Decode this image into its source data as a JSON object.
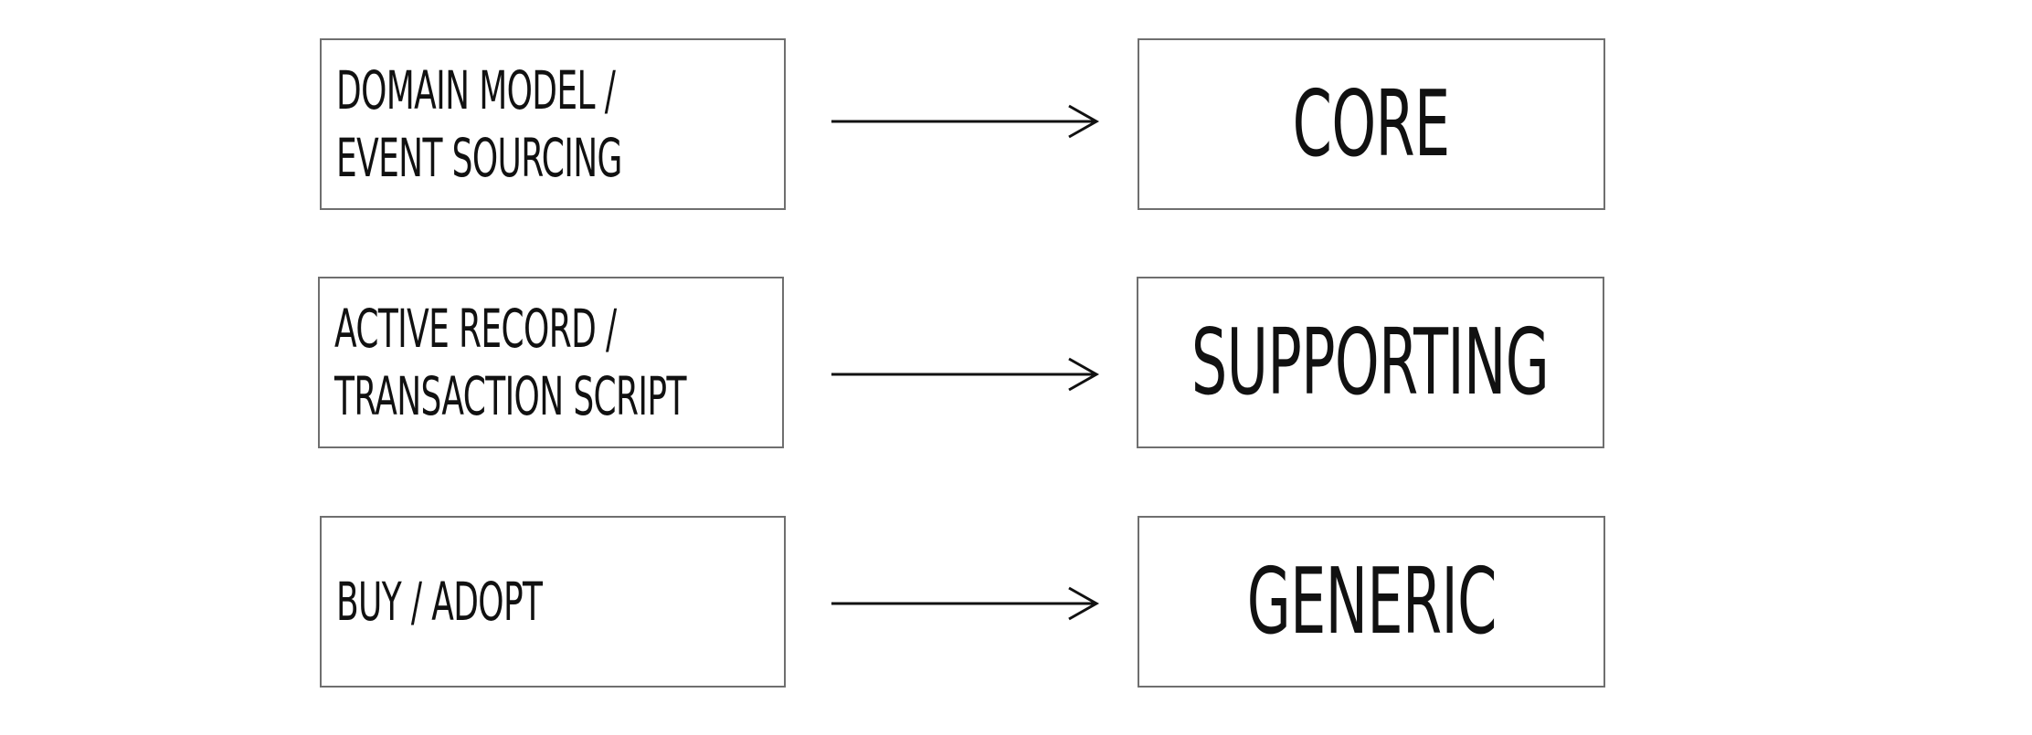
{
  "diagram": {
    "rows": [
      {
        "pattern_lines": [
          "DOMAIN MODEL /",
          "EVENT SOURCING"
        ],
        "subdomain": "CORE"
      },
      {
        "pattern_lines": [
          "ACTIVE RECORD /",
          "TRANSACTION SCRIPT"
        ],
        "subdomain": "SUPPORTING"
      },
      {
        "pattern_lines": [
          "BUY / ADOPT"
        ],
        "subdomain": "GENERIC"
      }
    ],
    "colors": {
      "border": "#6f6f6f",
      "text": "#111111",
      "arrow": "#111111",
      "background": "#ffffff"
    }
  }
}
